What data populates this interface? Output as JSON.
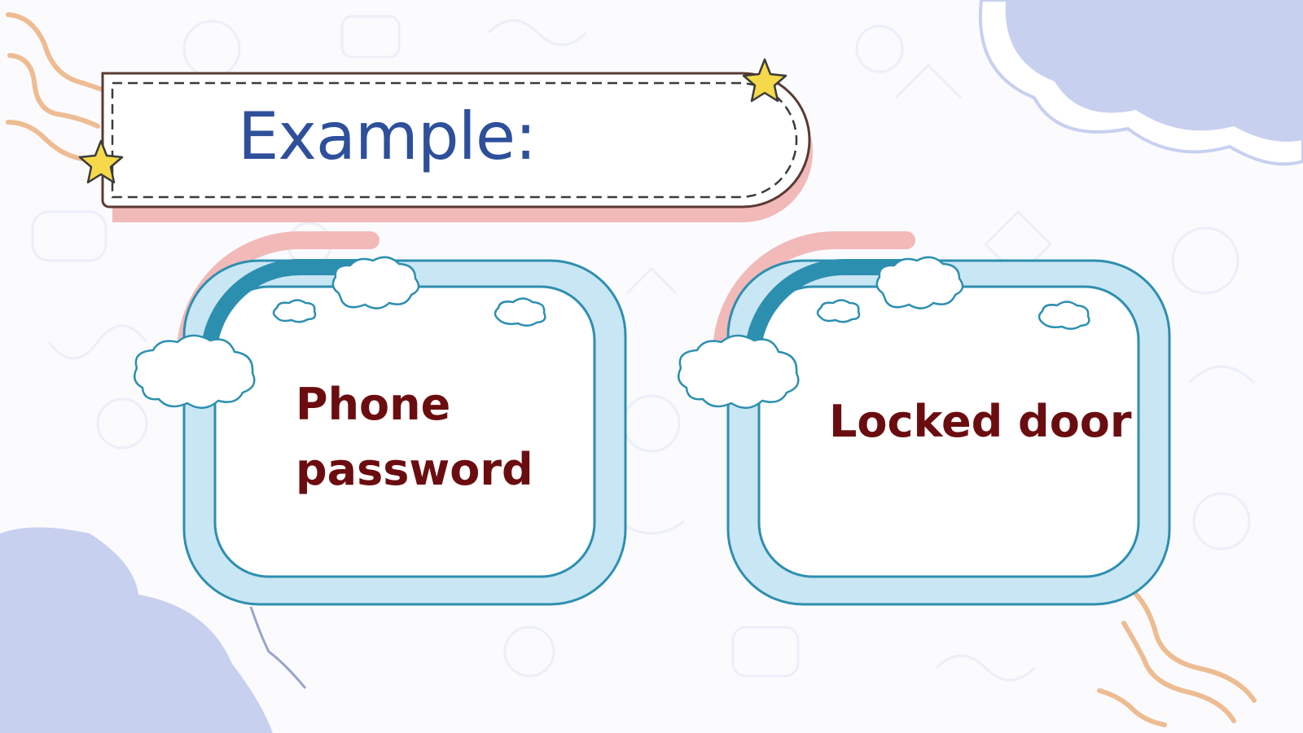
{
  "slide": {
    "title": "Example:"
  },
  "cards": [
    {
      "label": "Phone password"
    },
    {
      "label": "Locked door"
    }
  ],
  "colors": {
    "background": "#fbfbfe",
    "title": "#2e4f9a",
    "card_text": "#6b0d10",
    "card_frame": "#c9e6f4",
    "card_border": "#2d8fb0",
    "rainbow_pink": "#f2b9b9",
    "cloud_blue": "#c8d0f0",
    "squiggle": "#eebc93",
    "star": "#f5d94a"
  },
  "icons": [
    "star-icon",
    "cloud-icon",
    "rainbow-arc"
  ]
}
